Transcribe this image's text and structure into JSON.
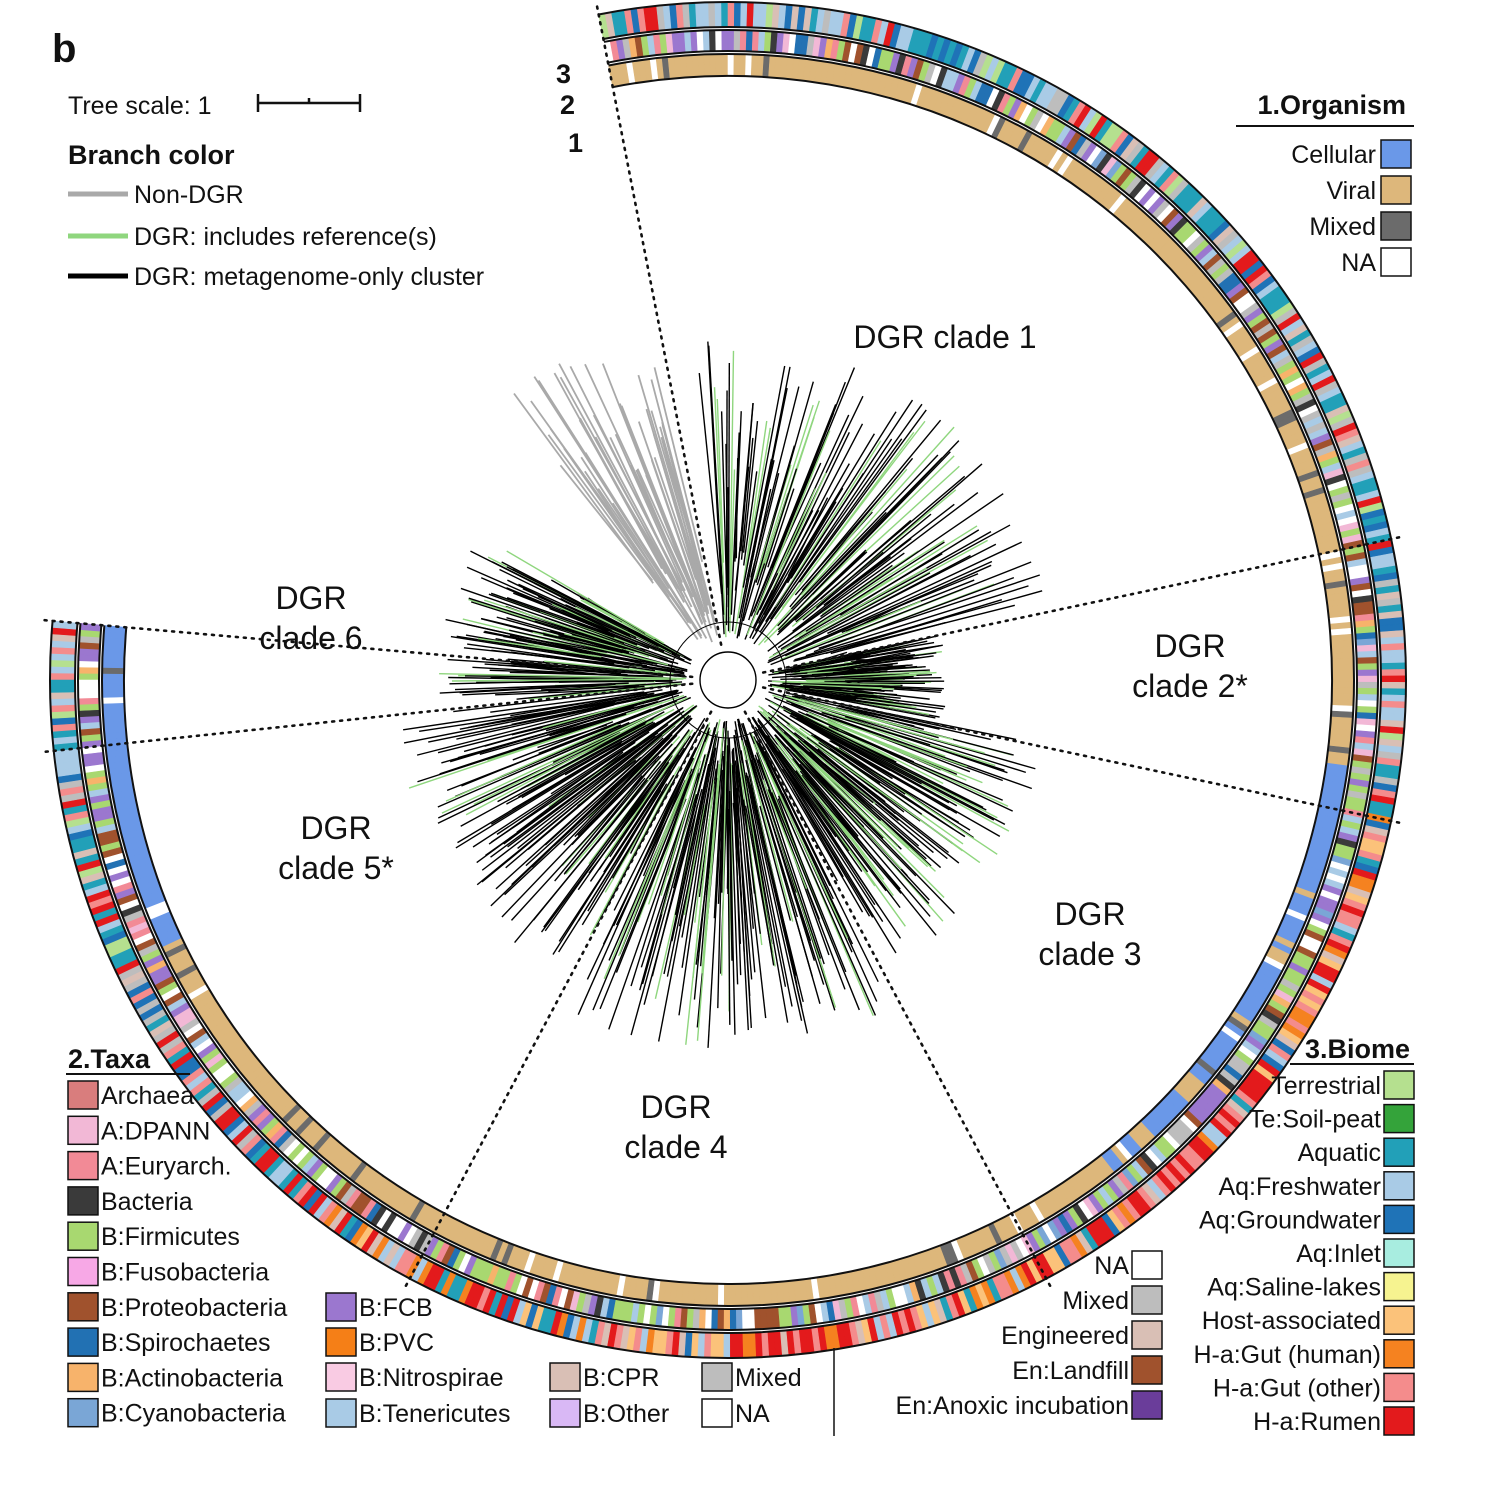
{
  "figure": {
    "panel_label": "b",
    "tree_scale": {
      "label": "Tree scale: 1"
    },
    "ring_numbers": [
      "3",
      "2",
      "1"
    ]
  },
  "branch_color": {
    "title": "Branch color",
    "items": [
      {
        "label": "Non-DGR",
        "color": "#a9a9a9"
      },
      {
        "label": "DGR: includes reference(s)",
        "color": "#8fd67e"
      },
      {
        "label": "DGR: metagenome-only cluster",
        "color": "#000000"
      }
    ]
  },
  "clades": [
    {
      "lines": [
        "DGR clade 1"
      ]
    },
    {
      "lines": [
        "DGR",
        "clade 2*"
      ]
    },
    {
      "lines": [
        "DGR",
        "clade 3"
      ]
    },
    {
      "lines": [
        "DGR",
        "clade 4"
      ]
    },
    {
      "lines": [
        "DGR",
        "clade 5*"
      ]
    },
    {
      "lines": [
        "DGR",
        "clade 6"
      ]
    }
  ],
  "organism_legend": {
    "title": "1.Organism",
    "items": [
      {
        "label": "Cellular",
        "color": "#6a98e8"
      },
      {
        "label": "Viral",
        "color": "#ddb77b"
      },
      {
        "label": "Mixed",
        "color": "#6b6b6b"
      },
      {
        "label": "NA",
        "color": "#ffffff"
      }
    ]
  },
  "taxa_legend": {
    "title": "2.Taxa",
    "items": [
      {
        "label": "Archaea",
        "color": "#d97d7d"
      },
      {
        "label": "A:DPANN",
        "color": "#f2b8d6"
      },
      {
        "label": "A:Euryarch.",
        "color": "#f28a96"
      },
      {
        "label": "Bacteria",
        "color": "#3a3a3a"
      },
      {
        "label": "B:Firmicutes",
        "color": "#a8d870"
      },
      {
        "label": "B:Fusobacteria",
        "color": "#f7a8e6"
      },
      {
        "label": "B:Proteobacteria",
        "color": "#a0522d"
      },
      {
        "label": "B:Spirochaetes",
        "color": "#2271b3"
      },
      {
        "label": "B:Actinobacteria",
        "color": "#f7b36b"
      },
      {
        "label": "B:Cyanobacteria",
        "color": "#7aa6d6"
      },
      {
        "label": "B:FCB",
        "color": "#9b77cf"
      },
      {
        "label": "B:PVC",
        "color": "#f57f17"
      },
      {
        "label": "B:Nitrospirae",
        "color": "#f9cbe3"
      },
      {
        "label": "B:Tenericutes",
        "color": "#a9cbe6"
      },
      {
        "label": "B:CPR",
        "color": "#d9bfb5"
      },
      {
        "label": "B:Other",
        "color": "#d9b8f5"
      },
      {
        "label": "Mixed",
        "color": "#bdbdbd"
      },
      {
        "label": "NA",
        "color": "#ffffff"
      }
    ]
  },
  "biome_legend": {
    "title": "3.Biome",
    "items": [
      {
        "label": "Terrestrial",
        "color": "#b5e08f"
      },
      {
        "label": "Te:Soil-peat",
        "color": "#34a33a"
      },
      {
        "label": "Aquatic",
        "color": "#22a0b8"
      },
      {
        "label": "Aq:Freshwater",
        "color": "#a9cbe6"
      },
      {
        "label": "Aq:Groundwater",
        "color": "#1f73b7"
      },
      {
        "label": "Aq:Inlet",
        "color": "#a8ede0"
      },
      {
        "label": "Aq:Saline-lakes",
        "color": "#f6f390"
      },
      {
        "label": "Host-associated",
        "color": "#fbc27a"
      },
      {
        "label": "H-a:Gut (human)",
        "color": "#f58220"
      },
      {
        "label": "H-a:Gut (other)",
        "color": "#f48c8c"
      },
      {
        "label": "H-a:Rumen",
        "color": "#e31a1c"
      },
      {
        "label": "NA",
        "color": "#ffffff"
      },
      {
        "label": "Mixed",
        "color": "#bdbdbd"
      },
      {
        "label": "Engineered",
        "color": "#d9bfb5"
      },
      {
        "label": "En:Landfill",
        "color": "#a0522d"
      },
      {
        "label": "En:Anoxic incubation",
        "color": "#6a3d9a"
      }
    ]
  }
}
